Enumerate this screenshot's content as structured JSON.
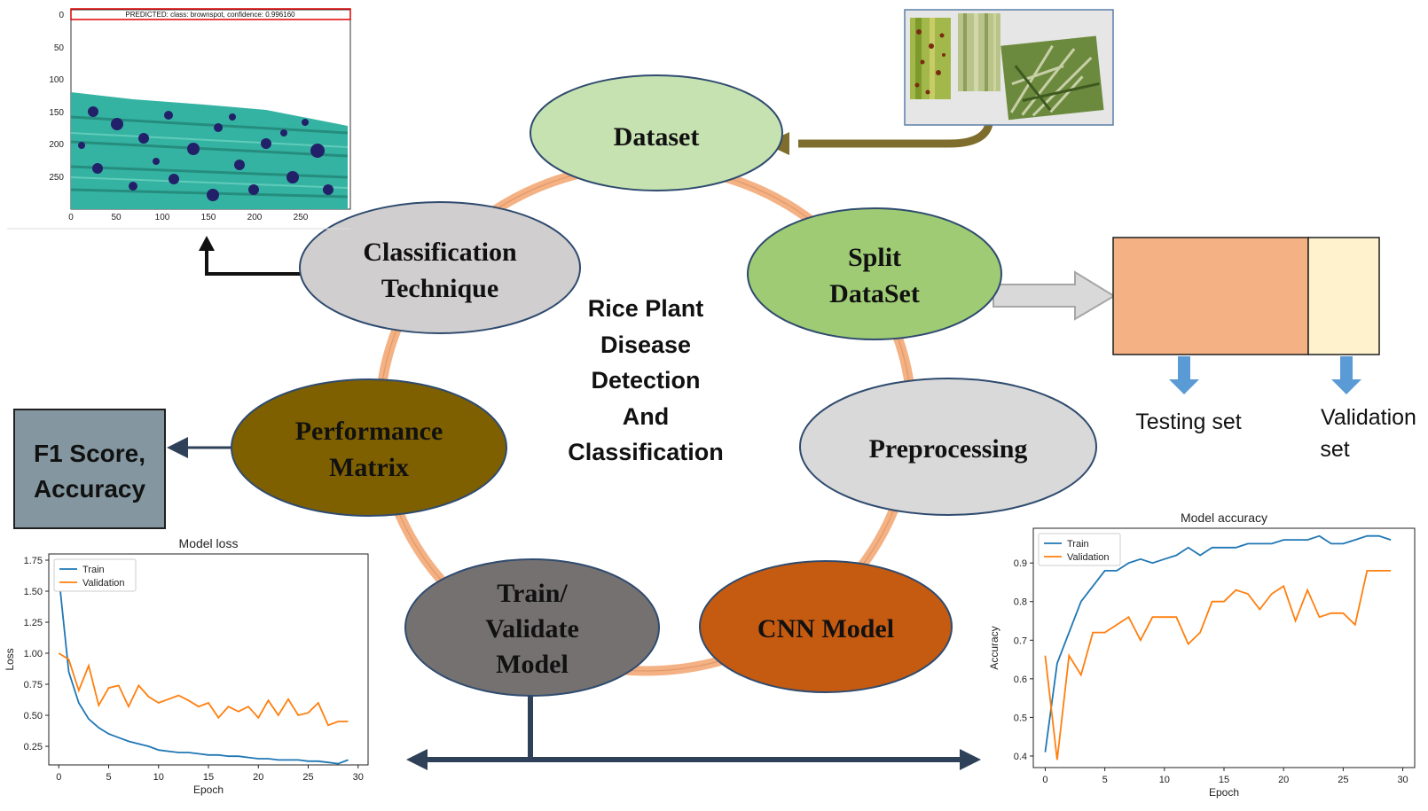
{
  "center_title": [
    "Rice Plant",
    "Disease",
    "Detection",
    "And",
    "Classification"
  ],
  "nodes": {
    "dataset": {
      "label": [
        "Dataset"
      ],
      "fill": "#c6e2b1"
    },
    "split": {
      "label": [
        "Split",
        "DataSet"
      ],
      "fill": "#9ecb74"
    },
    "preprocessing": {
      "label": [
        "Preprocessing"
      ],
      "fill": "#d9d9d9"
    },
    "cnn": {
      "label": [
        "CNN Model"
      ],
      "fill": "#c55a11"
    },
    "train": {
      "label": [
        "Train/",
        "Validate",
        "Model"
      ],
      "fill": "#757171"
    },
    "performance": {
      "label": [
        "Performance",
        "Matrix"
      ],
      "fill": "#7f6000"
    },
    "classification": {
      "label": [
        "Classification",
        "Technique"
      ],
      "fill": "#d0cece"
    }
  },
  "metrics_box": {
    "label": [
      "F1 Score,",
      "Accuracy"
    ],
    "fill": "#8497a0"
  },
  "split_boxes": {
    "testing_label": "Testing set",
    "validation_label": [
      "Validation",
      "set"
    ],
    "testing_fill": "#f4b183",
    "validation_fill": "#fff2cc"
  },
  "prediction_plot": {
    "title": "PREDICTED: class: brownspot, confidence: 0.996160",
    "xticks": [
      "0",
      "50",
      "100",
      "150",
      "200",
      "250"
    ],
    "yticks": [
      "0",
      "50",
      "100",
      "150",
      "200",
      "250"
    ]
  },
  "chart_data": [
    {
      "type": "line",
      "title": "Model loss",
      "xlabel": "Epoch",
      "ylabel": "Loss",
      "xlim": [
        -1,
        31
      ],
      "ylim": [
        0.1,
        1.8
      ],
      "xticks": [
        0,
        5,
        10,
        15,
        20,
        25,
        30
      ],
      "yticks": [
        0.25,
        0.5,
        0.75,
        1.0,
        1.25,
        1.5,
        1.75
      ],
      "ytick_labels": [
        "0.25",
        "0.50",
        "0.75",
        "1.00",
        "1.25",
        "1.50",
        "1.75"
      ],
      "legend": "top-left",
      "x": [
        0,
        1,
        2,
        3,
        4,
        5,
        6,
        7,
        8,
        9,
        10,
        11,
        12,
        13,
        14,
        15,
        16,
        17,
        18,
        19,
        20,
        21,
        22,
        23,
        24,
        25,
        26,
        27,
        28,
        29
      ],
      "series": [
        {
          "name": "Train",
          "color": "#1f77b4",
          "values": [
            1.62,
            0.85,
            0.6,
            0.47,
            0.4,
            0.35,
            0.32,
            0.29,
            0.27,
            0.25,
            0.22,
            0.21,
            0.2,
            0.2,
            0.19,
            0.18,
            0.18,
            0.17,
            0.17,
            0.16,
            0.15,
            0.15,
            0.14,
            0.14,
            0.14,
            0.13,
            0.13,
            0.12,
            0.11,
            0.14
          ]
        },
        {
          "name": "Validation",
          "color": "#ff7f0e",
          "values": [
            1.0,
            0.95,
            0.7,
            0.9,
            0.58,
            0.72,
            0.74,
            0.57,
            0.74,
            0.65,
            0.6,
            0.63,
            0.66,
            0.62,
            0.57,
            0.6,
            0.48,
            0.57,
            0.53,
            0.57,
            0.48,
            0.62,
            0.5,
            0.63,
            0.5,
            0.52,
            0.6,
            0.42,
            0.45,
            0.45
          ]
        }
      ]
    },
    {
      "type": "line",
      "title": "Model accuracy",
      "xlabel": "Epoch",
      "ylabel": "Accuracy",
      "xlim": [
        -1,
        31
      ],
      "ylim": [
        0.37,
        0.99
      ],
      "xticks": [
        0,
        5,
        10,
        15,
        20,
        25,
        30
      ],
      "yticks": [
        0.4,
        0.5,
        0.6,
        0.7,
        0.8,
        0.9
      ],
      "ytick_labels": [
        "0.4",
        "0.5",
        "0.6",
        "0.7",
        "0.8",
        "0.9"
      ],
      "legend": "top-left",
      "x": [
        0,
        1,
        2,
        3,
        4,
        5,
        6,
        7,
        8,
        9,
        10,
        11,
        12,
        13,
        14,
        15,
        16,
        17,
        18,
        19,
        20,
        21,
        22,
        23,
        24,
        25,
        26,
        27,
        28,
        29
      ],
      "series": [
        {
          "name": "Train",
          "color": "#1f77b4",
          "values": [
            0.41,
            0.64,
            0.72,
            0.8,
            0.84,
            0.88,
            0.88,
            0.9,
            0.91,
            0.9,
            0.91,
            0.92,
            0.94,
            0.92,
            0.94,
            0.94,
            0.94,
            0.95,
            0.95,
            0.95,
            0.96,
            0.96,
            0.96,
            0.97,
            0.95,
            0.95,
            0.96,
            0.97,
            0.97,
            0.96
          ]
        },
        {
          "name": "Validation",
          "color": "#ff7f0e",
          "values": [
            0.66,
            0.39,
            0.66,
            0.61,
            0.72,
            0.72,
            0.74,
            0.76,
            0.7,
            0.76,
            0.76,
            0.76,
            0.69,
            0.72,
            0.8,
            0.8,
            0.83,
            0.82,
            0.78,
            0.82,
            0.84,
            0.75,
            0.83,
            0.76,
            0.77,
            0.77,
            0.74,
            0.88,
            0.88,
            0.88
          ]
        }
      ]
    }
  ]
}
